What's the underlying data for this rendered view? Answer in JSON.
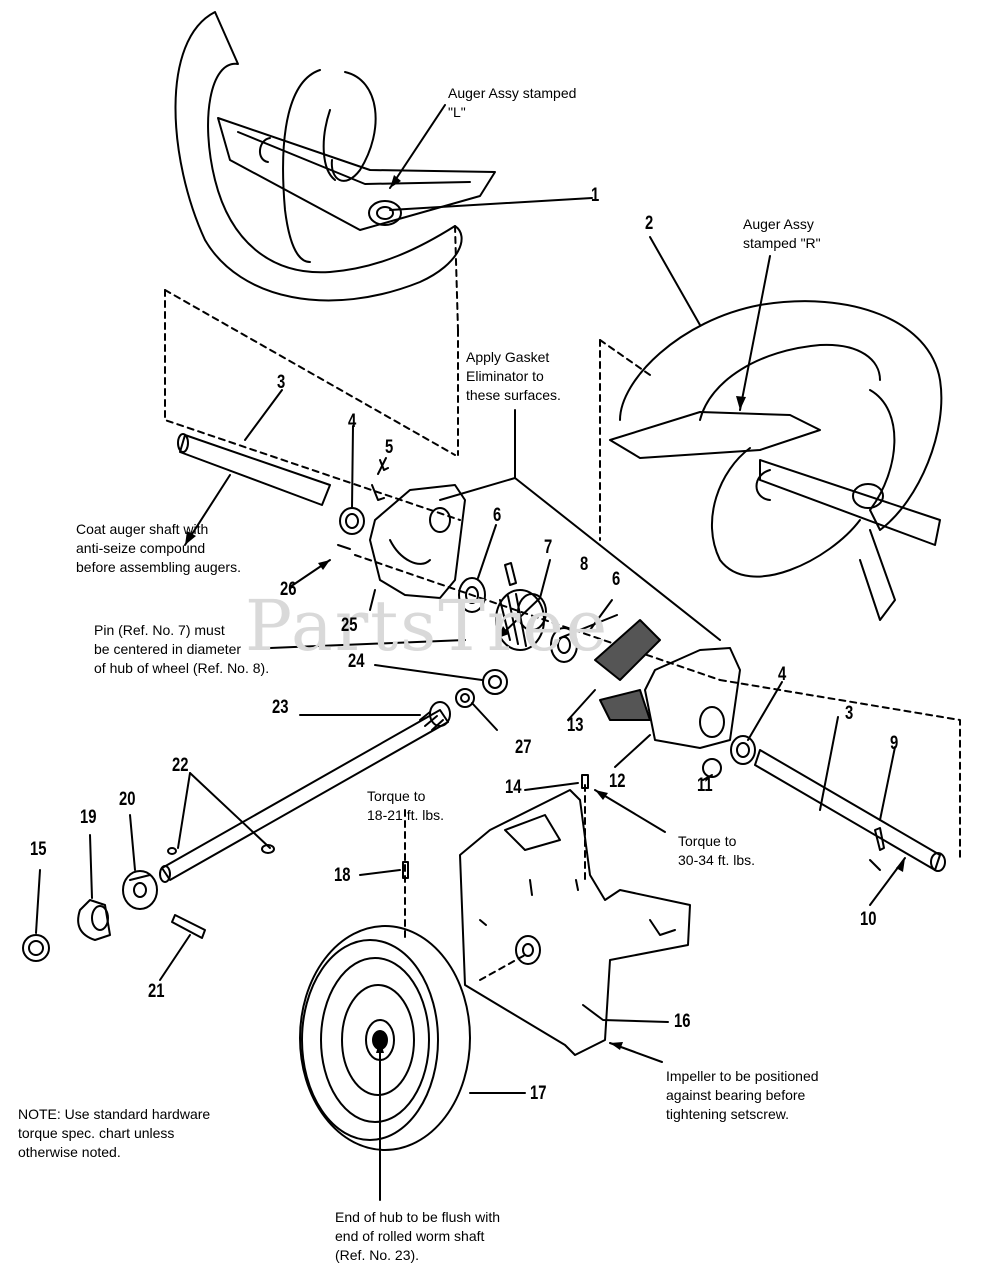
{
  "watermark": "PartsTree",
  "callouts": {
    "c1": "Auger Assy stamped\n\"L\"",
    "c2": "Auger Assy\nstamped \"R\"",
    "gasket": "Apply Gasket\nEliminator to\nthese surfaces.",
    "coat": "Coat auger shaft with\nanti-seize compound\nbefore assembling augers.",
    "pin": "Pin (Ref. No. 7) must\nbe centered in diameter\nof hub of wheel (Ref. No. 8).",
    "torque_a": "Torque to\n18-21 ft. lbs.",
    "torque_b": "Torque to\n30-34 ft. lbs.",
    "impeller": "Impeller to be positioned\nagainst bearing before\ntightening setscrew.",
    "note": "NOTE: Use standard hardware\ntorque spec. chart unless\notherwise noted.",
    "hub": "End of hub to be flush with\nend of rolled worm shaft\n(Ref. No. 23)."
  },
  "part_numbers": [
    "1",
    "2",
    "3",
    "3",
    "4",
    "4",
    "5",
    "6",
    "6",
    "7",
    "8",
    "9",
    "10",
    "11",
    "12",
    "13",
    "14",
    "15",
    "16",
    "17",
    "18",
    "19",
    "20",
    "21",
    "22",
    "23",
    "24",
    "25",
    "26",
    "27"
  ]
}
